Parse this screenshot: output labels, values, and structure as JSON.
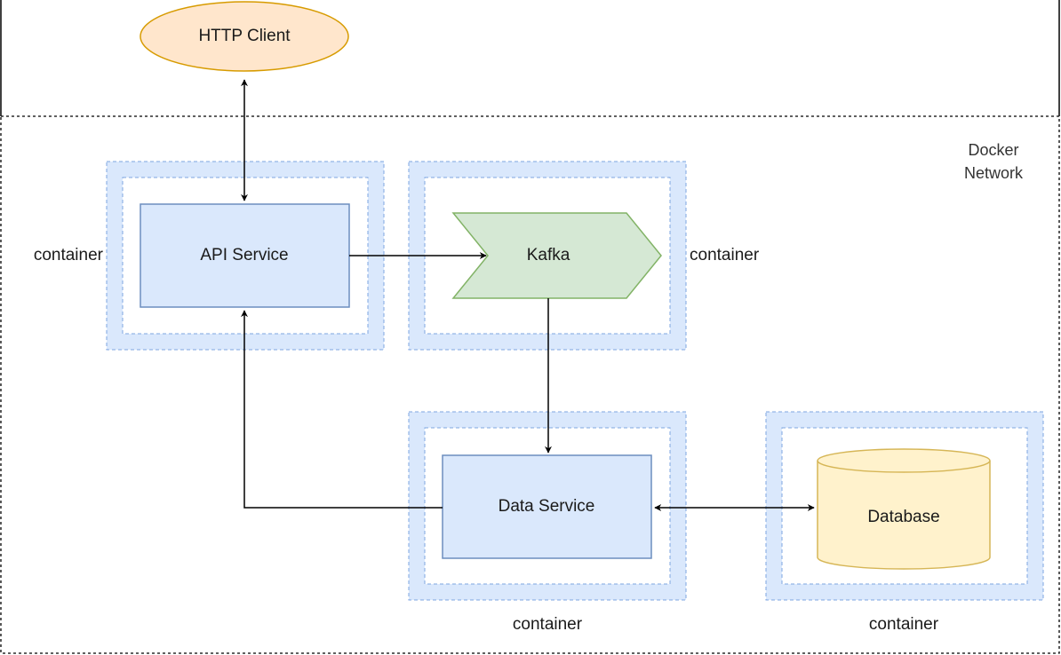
{
  "network": {
    "label_line1": "Docker",
    "label_line2": "Network"
  },
  "http_client": {
    "label": "HTTP Client"
  },
  "api_service": {
    "label": "API Service",
    "container_label": "container"
  },
  "kafka": {
    "label": "Kafka",
    "container_label": "container"
  },
  "data_service": {
    "label": "Data Service",
    "container_label": "container"
  },
  "database": {
    "label": "Database",
    "container_label": "container"
  },
  "colors": {
    "client_fill": "#ffe6cc",
    "client_stroke": "#d79b00",
    "service_fill": "#dae8fc",
    "service_stroke": "#6c8ebf",
    "kafka_fill": "#d5e8d4",
    "kafka_stroke": "#82b366",
    "db_fill": "#fff2cc",
    "db_stroke": "#d6b656",
    "container_band": "#dae8fc",
    "container_dash": "#7ea6e0"
  }
}
